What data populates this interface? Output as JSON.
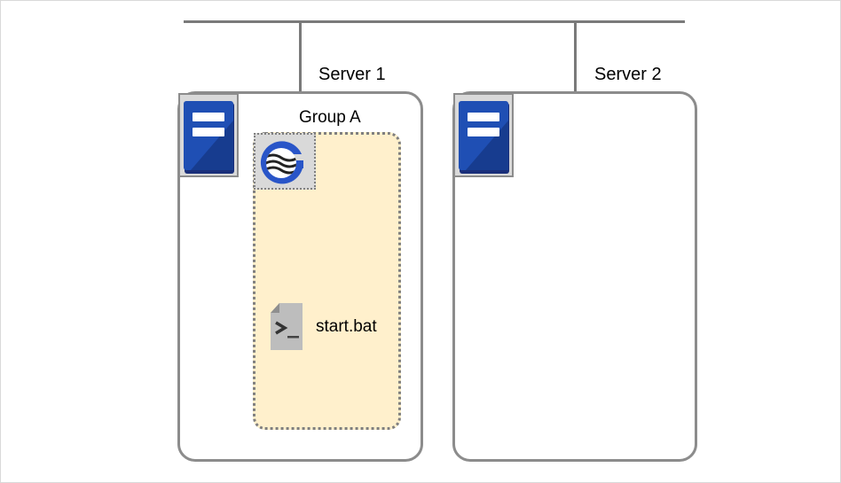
{
  "servers": [
    {
      "label": "Server 1",
      "icon": "server-icon"
    },
    {
      "label": "Server 2",
      "icon": "server-icon"
    }
  ],
  "group": {
    "label": "Group A",
    "resource_icon": "group-resource-icon",
    "script": {
      "label": "start.bat",
      "icon": "script-file-icon"
    }
  },
  "colors": {
    "network_line": "#7a7a7a",
    "server_border": "#8c8c8c",
    "server_icon_blue": "#1f4fb4",
    "group_fill": "#fff0cc",
    "group_border": "#7f7f7f"
  }
}
